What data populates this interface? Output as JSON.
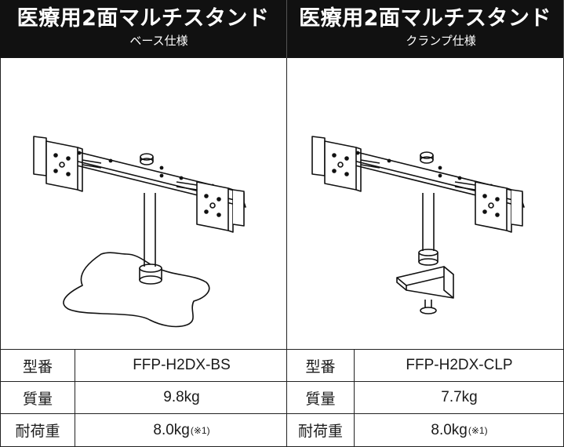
{
  "products": [
    {
      "title": "医療用2面マルチスタンド",
      "subtitle": "ベース仕様",
      "image_icon": "dual-monitor-stand-base-illustration",
      "specs": {
        "model_label": "型番",
        "model_value": "FFP-H2DX-BS",
        "weight_label": "質量",
        "weight_value": "9.8kg",
        "load_label": "耐荷重",
        "load_value": "8.0kg",
        "load_note": "(※1)"
      }
    },
    {
      "title": "医療用2面マルチスタンド",
      "subtitle": "クランプ仕様",
      "image_icon": "dual-monitor-stand-clamp-illustration",
      "specs": {
        "model_label": "型番",
        "model_value": "FFP-H2DX-CLP",
        "weight_label": "質量",
        "weight_value": "7.7kg",
        "load_label": "耐荷重",
        "load_value": "8.0kg",
        "load_note": "(※1)"
      }
    }
  ],
  "colors": {
    "header_bg": "#111111",
    "header_text": "#ffffff",
    "border": "#222222"
  }
}
